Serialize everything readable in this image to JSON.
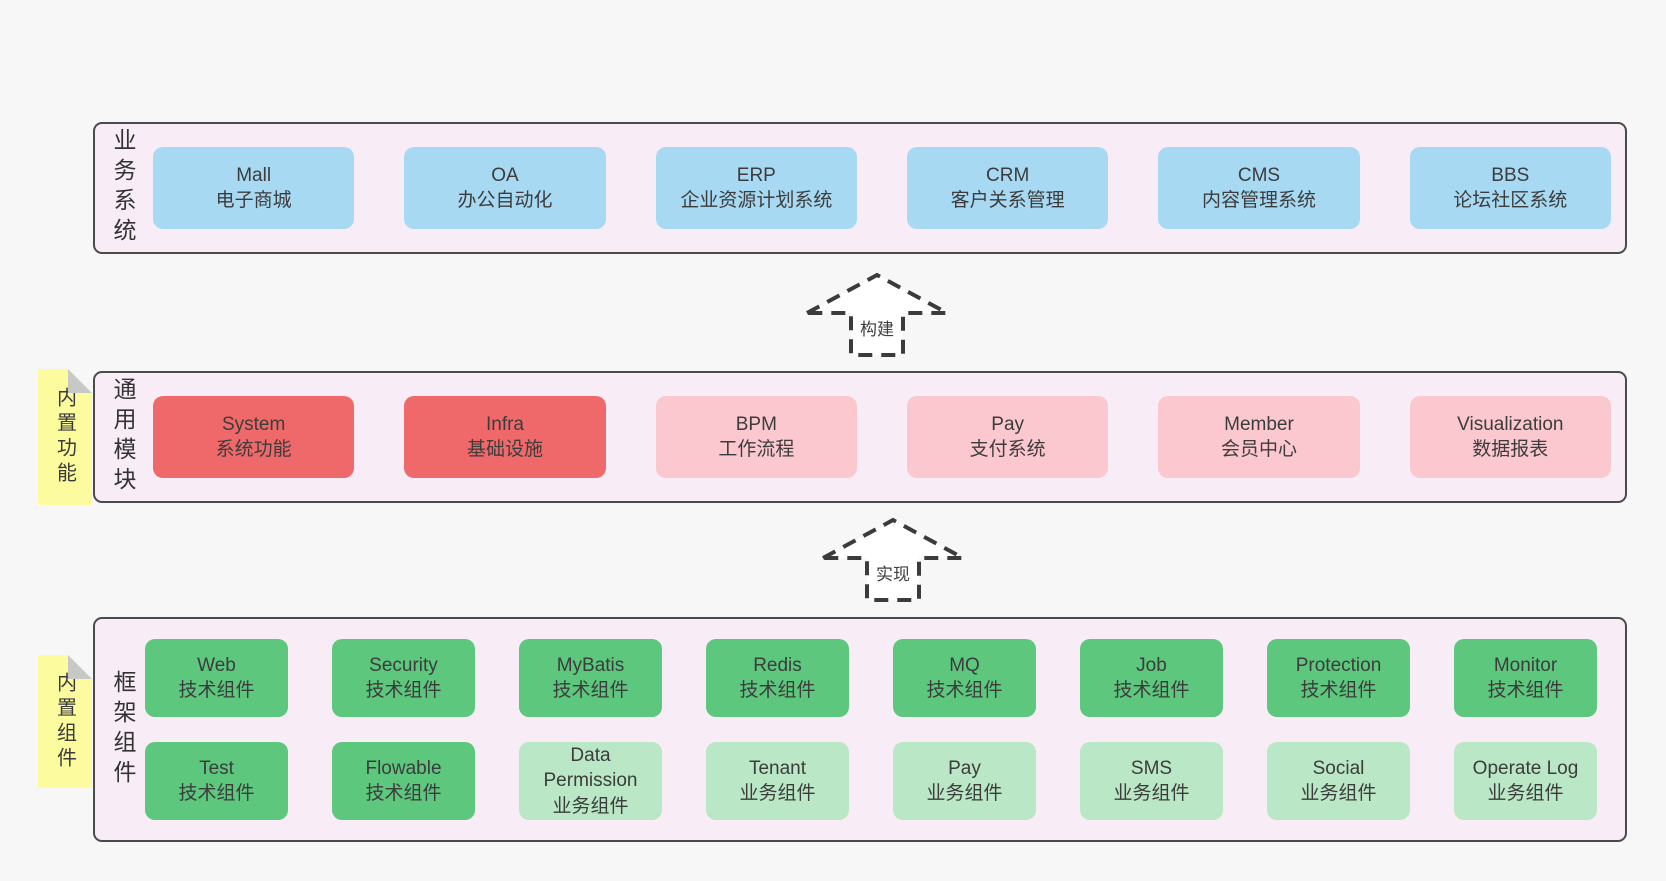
{
  "colors": {
    "page_bg": "#f7f7f7",
    "panel_bg": "#f8edf7",
    "panel_border": "#4b4b4b",
    "blue": "#a7d9f3",
    "red": "#f0696a",
    "pink": "#fbc8cf",
    "green": "#5cc77d",
    "light_green": "#bae7c5",
    "note_bg": "#fcfc9e",
    "note_fold": "#c7c9c7",
    "arrow_stroke": "#3b3b3b",
    "text": "#3c3c3c"
  },
  "arrows": [
    {
      "label": "构建"
    },
    {
      "label": "实现"
    }
  ],
  "layers": [
    {
      "label": "业务系统",
      "rows": [
        [
          {
            "title": "Mall",
            "subtitle": "电子商城",
            "variant": "blue"
          },
          {
            "title": "OA",
            "subtitle": "办公自动化",
            "variant": "blue"
          },
          {
            "title": "ERP",
            "subtitle": "企业资源计划系统",
            "variant": "blue"
          },
          {
            "title": "CRM",
            "subtitle": "客户关系管理",
            "variant": "blue"
          },
          {
            "title": "CMS",
            "subtitle": "内容管理系统",
            "variant": "blue"
          },
          {
            "title": "BBS",
            "subtitle": "论坛社区系统",
            "variant": "blue"
          }
        ]
      ]
    },
    {
      "label": "通用模块",
      "note": "内置功能",
      "rows": [
        [
          {
            "title": "System",
            "subtitle": "系统功能",
            "variant": "red"
          },
          {
            "title": "Infra",
            "subtitle": "基础设施",
            "variant": "red"
          },
          {
            "title": "BPM",
            "subtitle": "工作流程",
            "variant": "pink"
          },
          {
            "title": "Pay",
            "subtitle": "支付系统",
            "variant": "pink"
          },
          {
            "title": "Member",
            "subtitle": "会员中心",
            "variant": "pink"
          },
          {
            "title": "Visualization",
            "subtitle": "数据报表",
            "variant": "pink"
          }
        ]
      ]
    },
    {
      "label": "框架组件",
      "note": "内置组件",
      "rows": [
        [
          {
            "title": "Web",
            "subtitle": "技术组件",
            "variant": "green"
          },
          {
            "title": "Security",
            "subtitle": "技术组件",
            "variant": "green"
          },
          {
            "title": "MyBatis",
            "subtitle": "技术组件",
            "variant": "green"
          },
          {
            "title": "Redis",
            "subtitle": "技术组件",
            "variant": "green"
          },
          {
            "title": "MQ",
            "subtitle": "技术组件",
            "variant": "green"
          },
          {
            "title": "Job",
            "subtitle": "技术组件",
            "variant": "green"
          },
          {
            "title": "Protection",
            "subtitle": "技术组件",
            "variant": "green"
          },
          {
            "title": "Monitor",
            "subtitle": "技术组件",
            "variant": "green"
          }
        ],
        [
          {
            "title": "Test",
            "subtitle": "技术组件",
            "variant": "green"
          },
          {
            "title": "Flowable",
            "subtitle": "技术组件",
            "variant": "green"
          },
          {
            "title": "Data Permission",
            "subtitle": "业务组件",
            "variant": "light-green"
          },
          {
            "title": "Tenant",
            "subtitle": "业务组件",
            "variant": "light-green"
          },
          {
            "title": "Pay",
            "subtitle": "业务组件",
            "variant": "light-green"
          },
          {
            "title": "SMS",
            "subtitle": "业务组件",
            "variant": "light-green"
          },
          {
            "title": "Social",
            "subtitle": "业务组件",
            "variant": "light-green"
          },
          {
            "title": "Operate Log",
            "subtitle": "业务组件",
            "variant": "light-green"
          }
        ]
      ]
    }
  ]
}
